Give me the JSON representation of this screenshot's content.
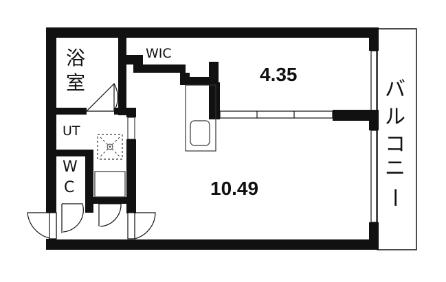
{
  "plan": {
    "rooms": {
      "wic": "WIC",
      "bath_line1": "浴",
      "bath_line2": "室",
      "ut": "UT",
      "wc_line1": "W",
      "wc_line2": "C",
      "balcony": [
        "バ",
        "ル",
        "コ",
        "ニ",
        "ー"
      ]
    },
    "areas": {
      "western_room": "4.35",
      "main_room": "10.49"
    },
    "colors": {
      "wall": "#111111",
      "background": "#ffffff",
      "fixture_line": "#333333"
    }
  }
}
